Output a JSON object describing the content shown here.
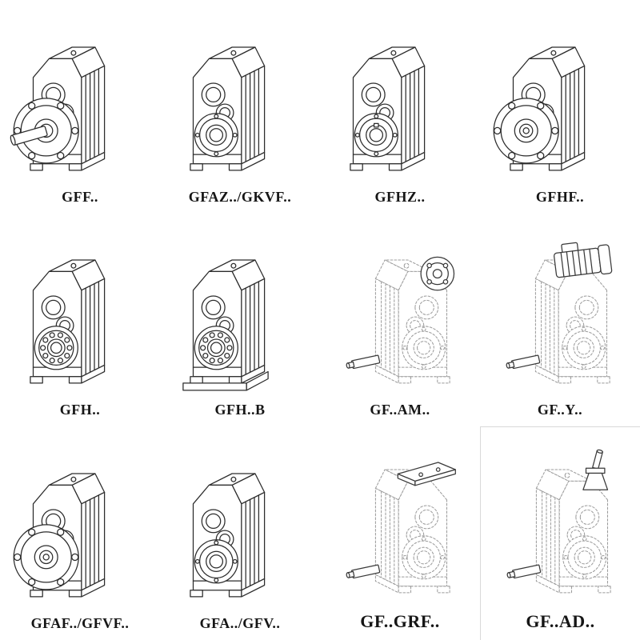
{
  "page": {
    "background": "#ffffff"
  },
  "drawing_style": {
    "solid_stroke": "#2c2c2c",
    "ghost_stroke": "#9c9c9c",
    "attachment_stroke": "#3a3a3a"
  },
  "items": [
    {
      "label": "GFF..",
      "drawing": "gearbox-output-flange-solid-shaft"
    },
    {
      "label": "GFAZ../GKVF..",
      "drawing": "gearbox-hollow-shaft-boss"
    },
    {
      "label": "GFHZ..",
      "drawing": "gearbox-hollow-shaft-boss"
    },
    {
      "label": "GFHF..",
      "drawing": "gearbox-output-flange-hollow"
    },
    {
      "label": "GFH..",
      "drawing": "gearbox-hollow-shaft-bearing"
    },
    {
      "label": "GFH..B",
      "drawing": "gearbox-hollow-shaft-bearing-base"
    },
    {
      "label": "GF..AM..",
      "drawing": "gearbox-ghost-iec-adapter-flange"
    },
    {
      "label": "GF..Y..",
      "drawing": "gearbox-ghost-mounted-motor"
    },
    {
      "label": "GFAF../GFVF..",
      "drawing": "gearbox-output-flange-hollow"
    },
    {
      "label": "GFA../GFV..",
      "drawing": "gearbox-hollow-shaft-boss"
    },
    {
      "label": "GF..GRF..",
      "drawing": "gearbox-ghost-cover-plate"
    },
    {
      "label": "GF..AD..",
      "drawing": "gearbox-ghost-input-shaft-adapter"
    }
  ]
}
